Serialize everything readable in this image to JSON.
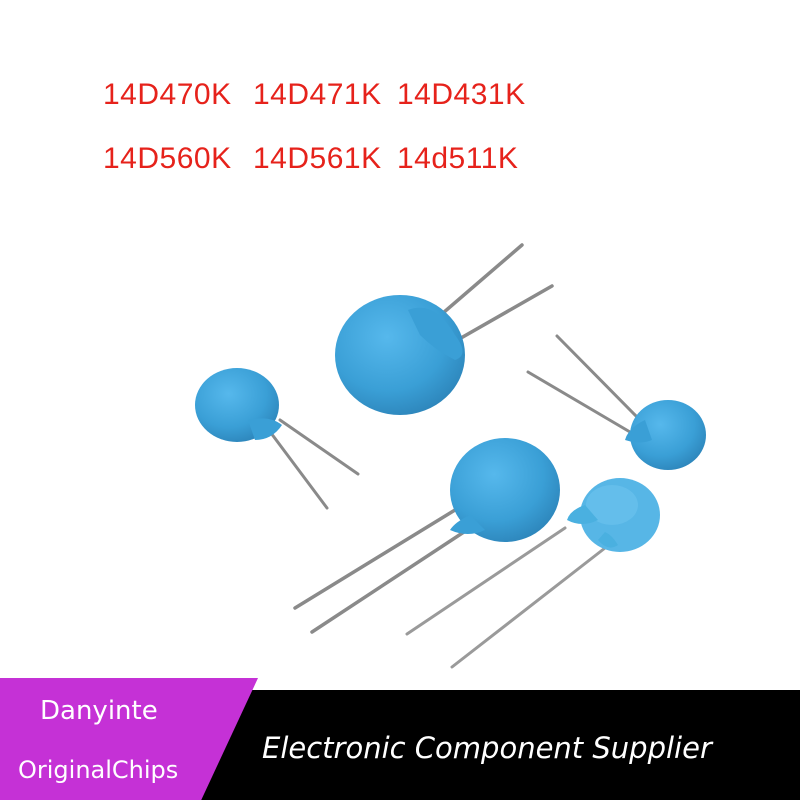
{
  "part_numbers": {
    "row1": [
      "14D470K",
      "14D471K",
      "14D431K"
    ],
    "row2": [
      "14D560K",
      "14D561K",
      "14d511K"
    ]
  },
  "banner": {
    "brand_line1": "Danyinte",
    "brand_line2": "OriginalChips",
    "tagline": "Electronic Component Supplier"
  },
  "colors": {
    "label_red": "#e6221b",
    "component_blue": "#3a9fd6",
    "banner_magenta": "#c531d6",
    "banner_black": "#000000"
  }
}
